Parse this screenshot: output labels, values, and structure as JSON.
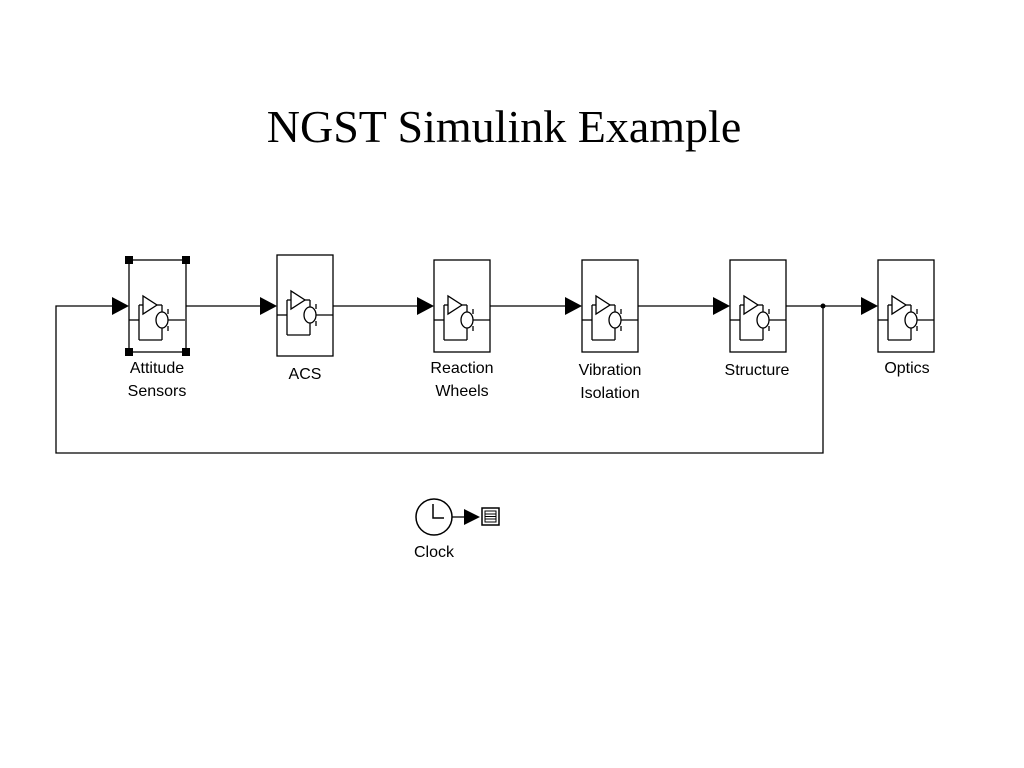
{
  "title": "NGST Simulink Example",
  "blocks": [
    {
      "name": "attitude-sensors",
      "label_lines": [
        "Attitude",
        "Sensors"
      ],
      "selected": true
    },
    {
      "name": "acs",
      "label_lines": [
        "ACS"
      ],
      "selected": false
    },
    {
      "name": "reaction-wheels",
      "label_lines": [
        "Reaction",
        "Wheels"
      ],
      "selected": false
    },
    {
      "name": "vibration-isolation",
      "label_lines": [
        "Vibration",
        "Isolation"
      ],
      "selected": false
    },
    {
      "name": "structure",
      "label_lines": [
        "Structure"
      ],
      "selected": false
    },
    {
      "name": "optics",
      "label_lines": [
        "Optics"
      ],
      "selected": false
    }
  ],
  "clock": {
    "label": "Clock",
    "icon": "clock-icon",
    "display_icon": "display-icon"
  },
  "colors": {
    "line": "#000000",
    "background": "#ffffff"
  }
}
